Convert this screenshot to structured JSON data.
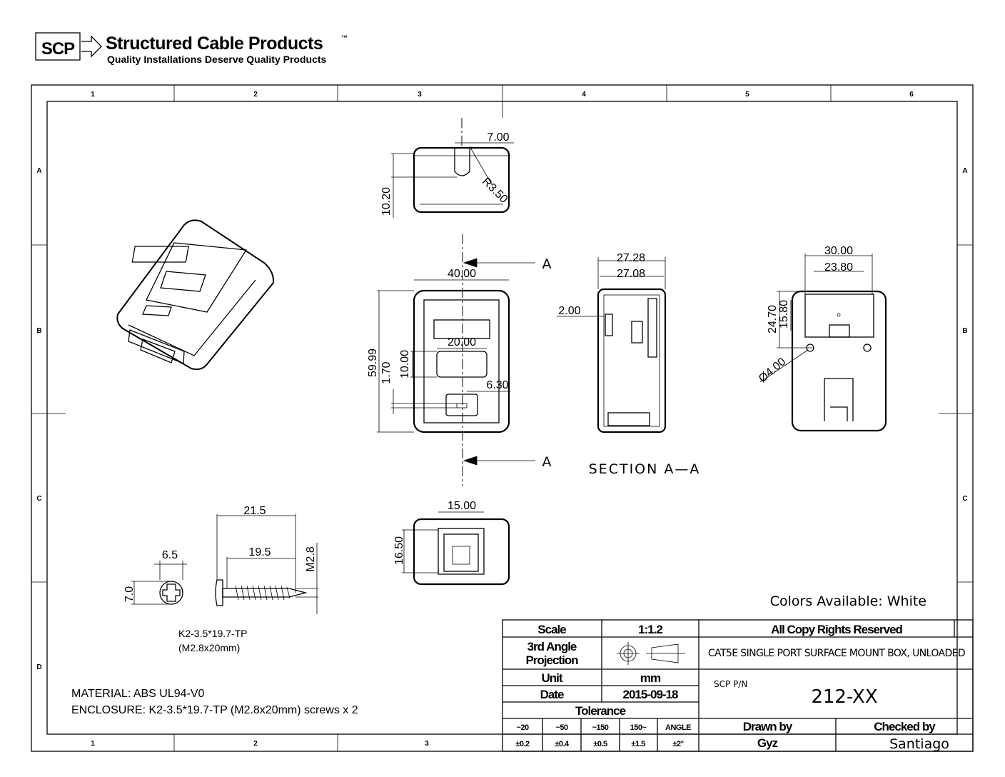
{
  "logo": {
    "mark": "SCP",
    "company": "Structured Cable Products",
    "tm": "™",
    "tagline": "Quality Installations Deserve Quality Products"
  },
  "frame": {
    "columns": [
      "1",
      "2",
      "3",
      "4",
      "5",
      "6"
    ],
    "rows": [
      "A",
      "B",
      "C",
      "D"
    ],
    "bottom_columns": [
      "1",
      "2",
      "3"
    ]
  },
  "dimensions": {
    "top_width": "7.00",
    "top_radius": "R3.50",
    "top_height": "10.20",
    "front_width": "40.00",
    "front_height": "59.99",
    "front_window": "20.00",
    "front_window_h": "10.00",
    "front_offset": "1.70",
    "front_port": "6.30",
    "section_marker": "A",
    "section_w1": "27.28",
    "section_w2": "27.08",
    "section_wall": "2.00",
    "section_label": "SECTION  A—A",
    "rear_w1": "30.00",
    "rear_w2": "23.80",
    "rear_h1": "24.70",
    "rear_h2": "15.80",
    "rear_hole": "Ø4.00",
    "bottom_width": "15.00",
    "bottom_height": "16.50",
    "screw_len": "21.5",
    "screw_thread": "19.5",
    "screw_dia": "M2.8",
    "head_w": "6.5",
    "head_h": "7.0"
  },
  "notes": {
    "screw_part": "K2-3.5*19.7-TP",
    "screw_size": "(M2.8x20mm)",
    "material": "MATERIAL: ABS UL94-V0",
    "enclosure": "ENCLOSURE: K2-3.5*19.7-TP (M2.8x20mm)   screws x 2",
    "colors": "Colors Available: White"
  },
  "title_block": {
    "scale_label": "Scale",
    "scale": "1:1.2",
    "projection_label_1": "3rd Angle",
    "projection_label_2": "Projection",
    "unit_label": "Unit",
    "unit": "mm",
    "date_label": "Date",
    "date": "2015-09-18",
    "tolerance_label": "Tolerance",
    "tolerance_ranges": [
      "~20",
      "~50",
      "~150",
      "150~",
      "ANGLE"
    ],
    "tolerance_values": [
      "±0.2",
      "±0.4",
      "±0.5",
      "±1.5",
      "±2°"
    ],
    "copyright": "All Copy Rights Reserved",
    "description": "CAT5E SINGLE PORT SURFACE MOUNT BOX, UNLOADED",
    "pn_label": "SCP P/N",
    "pn": "212-XX",
    "drawn_label": "Drawn by",
    "drawn": "Gyz",
    "checked_label": "Checked by",
    "checked": "Santiago"
  }
}
